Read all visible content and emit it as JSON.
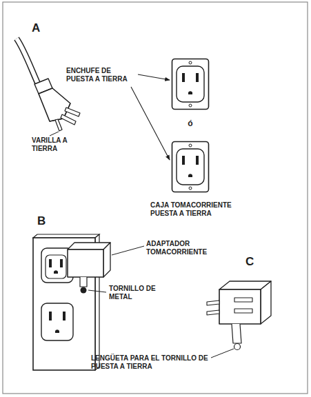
{
  "diagram": {
    "labels": [
      "A",
      "ENCHUFE DE PUESTA A TIERRA",
      "ó",
      "VARILLA A TIERRA",
      "CAJA TOMACORRIENTE PUESTA A TIERRA",
      "B",
      "ADAPTADOR TOMACORRIENTE",
      "TORNILLO DE METAL",
      "C",
      "LENGÜETA PARA EL TORNILLO DE PUESTA A TIERRA"
    ]
  }
}
